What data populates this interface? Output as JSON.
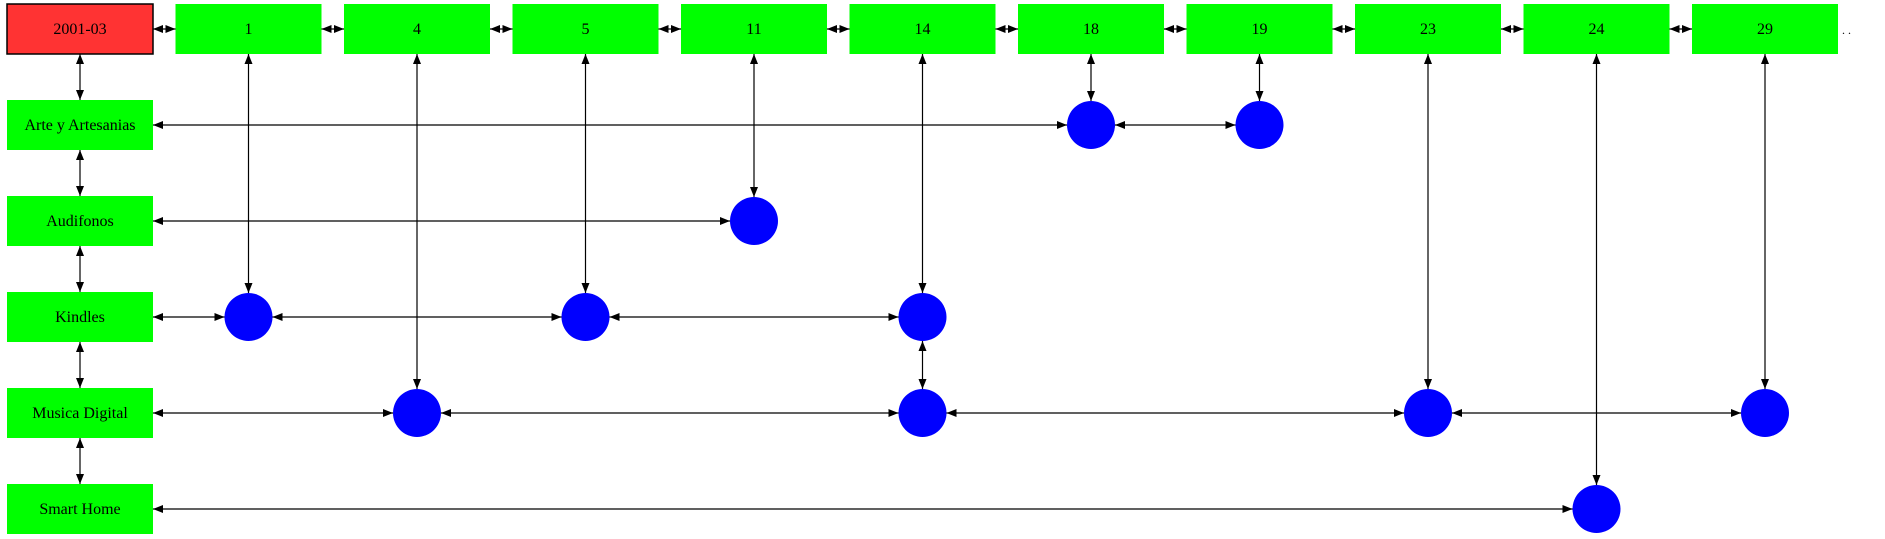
{
  "root": {
    "label": "2001-03",
    "color": "#ff3333"
  },
  "days": [
    "1",
    "4",
    "5",
    "11",
    "14",
    "18",
    "19",
    "23",
    "24",
    "29"
  ],
  "trailing_text": ". .",
  "categories": [
    "Arte y Artesanias",
    "Audifonos",
    "Kindles",
    "Musica Digital",
    "Smart Home"
  ],
  "nodes": [
    {
      "category": "Arte y Artesanias",
      "days": [
        "18",
        "19"
      ]
    },
    {
      "category": "Audifonos",
      "days": [
        "11"
      ]
    },
    {
      "category": "Kindles",
      "days": [
        "1",
        "5",
        "14"
      ]
    },
    {
      "category": "Musica Digital",
      "days": [
        "4",
        "14",
        "23",
        "29"
      ]
    },
    {
      "category": "Smart Home",
      "days": [
        "24"
      ]
    }
  ],
  "colors": {
    "box": "#00ff00",
    "dot": "#0000ff",
    "edge": "#000000"
  }
}
